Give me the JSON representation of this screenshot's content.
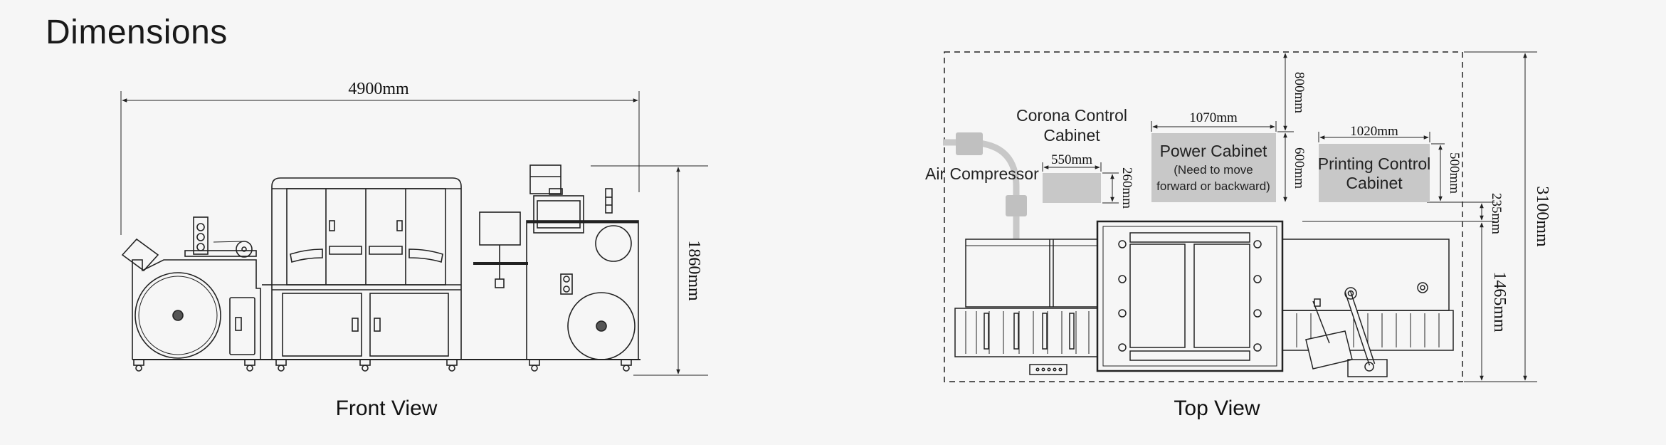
{
  "title": "Dimensions",
  "front_view": {
    "caption": "Front View",
    "width_dim": "4900mm",
    "height_dim": "1860mm"
  },
  "top_view": {
    "caption": "Top View",
    "corona_label_line1": "Corona Control",
    "corona_label_line2": "Cabinet",
    "corona_width": "550mm",
    "corona_depth": "260mm",
    "air_compressor": "Air Compressor",
    "power_title": "Power Cabinet",
    "power_note_line1": "(Need to move",
    "power_note_line2": "forward or backward)",
    "power_width": "1070mm",
    "power_depth": "600mm",
    "power_gap": "800mm",
    "printing_line1": "Printing Control",
    "printing_line2": "Cabinet",
    "printing_width": "1020mm",
    "printing_depth": "500mm",
    "gap_235": "235mm",
    "depth_1465": "1465mm",
    "total_depth": "3100mm"
  },
  "colors": {
    "line": "#222222",
    "cabinet_fill": "#c8c8c8",
    "compressor_fill": "#c0c0c0",
    "background": "#f6f6f6"
  }
}
